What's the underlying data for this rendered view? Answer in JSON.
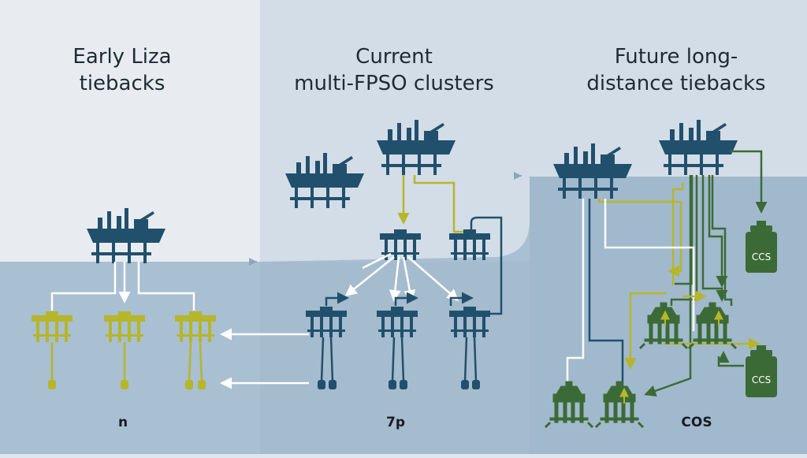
{
  "panels": [
    {
      "title_lines": [
        "Early Liza",
        "tiebacks"
      ],
      "footer": "n"
    },
    {
      "title_lines": [
        "Current",
        "multi-FPSO clusters"
      ],
      "footer": "7p"
    },
    {
      "title_lines": [
        "Future long-",
        "distance tiebacks"
      ],
      "footer": "COS"
    }
  ],
  "ccs_labels": [
    "CCS",
    "CCS"
  ],
  "colors": {
    "early_equipment": "#b6b62a",
    "current_equipment": "#21506c",
    "future_equipment": "#3c6a36",
    "sea": "#a9bfd2",
    "sky": "#e8ecf1"
  }
}
